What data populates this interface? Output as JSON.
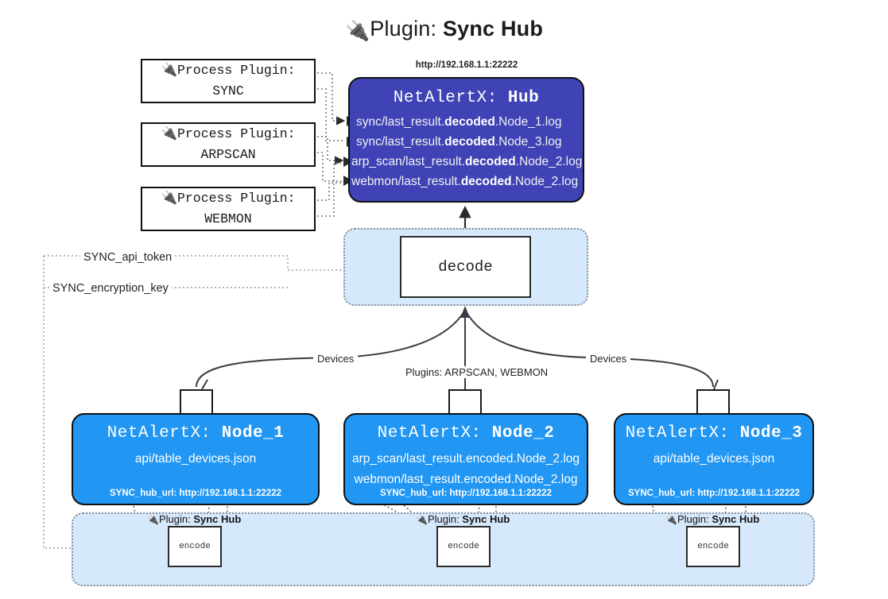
{
  "title": {
    "icon": "plug-icon",
    "prefix": "Plugin: ",
    "name": "Sync Hub"
  },
  "process_plugins": [
    {
      "line1": "Process Plugin:",
      "line2": "SYNC",
      "icon": "plug-icon"
    },
    {
      "line1": "Process Plugin:",
      "line2": "ARPSCAN",
      "icon": "plug-icon"
    },
    {
      "line1": "Process Plugin:",
      "line2": "WEBMON",
      "icon": "plug-icon"
    }
  ],
  "hub": {
    "url": "http://192.168.1.1:22222",
    "title_prefix": "NetAlertX: ",
    "title_name": "Hub",
    "logs": [
      {
        "pre": "sync/last_result.",
        "mid": "decoded",
        "post": ".Node_1.log"
      },
      {
        "pre": "sync/last_result.",
        "mid": "decoded",
        "post": ".Node_3.log"
      },
      {
        "pre": "arp_scan/last_result.",
        "mid": "decoded",
        "post": ".Node_2.log"
      },
      {
        "pre": "webmon/last_result.",
        "mid": "decoded",
        "post": ".Node_2.log"
      }
    ]
  },
  "decode": {
    "label": "decode"
  },
  "keys": [
    {
      "label": "SYNC_api_token"
    },
    {
      "label": "SYNC_encryption_key"
    }
  ],
  "edge_labels": {
    "devices_left": "Devices",
    "devices_right": "Devices",
    "plugins": "Plugins: ARPSCAN, WEBMON"
  },
  "nodes": [
    {
      "title_prefix": "NetAlertX: ",
      "title_name": "Node_1",
      "lines": [
        "api/table_devices.json"
      ],
      "footer": "SYNC_hub_url: http://192.168.1.1:22222",
      "envelope_icon": "envelope-icon"
    },
    {
      "title_prefix": "NetAlertX: ",
      "title_name": "Node_2",
      "lines": [
        "arp_scan/last_result.encoded.Node_2.log",
        "webmon/last_result.encoded.Node_2.log"
      ],
      "footer": "SYNC_hub_url: http://192.168.1.1:22222",
      "envelope_icon": "envelope-icon"
    },
    {
      "title_prefix": "NetAlertX: ",
      "title_name": "Node_3",
      "lines": [
        "api/table_devices.json"
      ],
      "footer": "SYNC_hub_url: http://192.168.1.1:22222",
      "envelope_icon": "envelope-icon"
    }
  ],
  "encoders": [
    {
      "label_prefix": "Plugin: ",
      "label_name": "Sync Hub",
      "box": "encode",
      "icon": "plug-icon"
    },
    {
      "label_prefix": "Plugin: ",
      "label_name": "Sync Hub",
      "box": "encode",
      "icon": "plug-icon"
    },
    {
      "label_prefix": "Plugin: ",
      "label_name": "Sync Hub",
      "box": "encode",
      "icon": "plug-icon"
    }
  ],
  "colors": {
    "hub": "#3f43b5",
    "node": "#2196f3",
    "container": "#d6e8fb",
    "outline": "#101010",
    "edge": "#3b3b45"
  }
}
